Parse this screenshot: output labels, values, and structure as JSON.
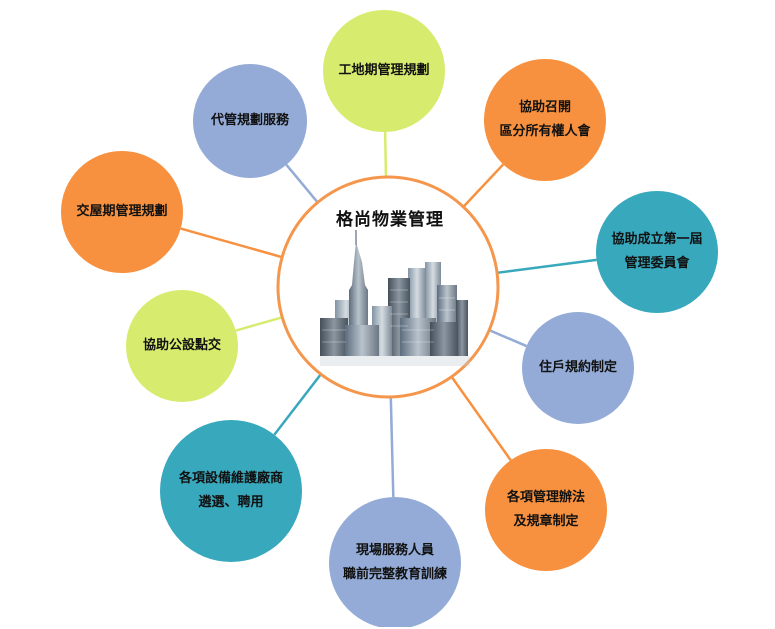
{
  "colors": {
    "orange": "#f7913f",
    "blue_grey": "#93abd6",
    "lime": "#d7ec6f",
    "teal": "#38a8bd",
    "hub_ring": "#f5964d",
    "connector": "#9cb8d6"
  },
  "hub": {
    "title": "格尚物業管理",
    "image": "city-skyline-buildings"
  },
  "nodes": [
    {
      "id": "n1",
      "lines": [
        "工地期管理規劃"
      ],
      "color": "lime"
    },
    {
      "id": "n2",
      "lines": [
        "協助召開",
        "區分所有權人會"
      ],
      "color": "orange"
    },
    {
      "id": "n3",
      "lines": [
        "協助成立第一屆",
        "管理委員會"
      ],
      "color": "teal"
    },
    {
      "id": "n4",
      "lines": [
        "住戶規約制定"
      ],
      "color": "blue_grey"
    },
    {
      "id": "n5",
      "lines": [
        "各項管理辦法",
        "及規章制定"
      ],
      "color": "orange"
    },
    {
      "id": "n6",
      "lines": [
        "現場服務人員",
        "職前完整教育訓練"
      ],
      "color": "blue_grey"
    },
    {
      "id": "n7",
      "lines": [
        "各項設備維護廠商",
        "遴選、聘用"
      ],
      "color": "teal"
    },
    {
      "id": "n8",
      "lines": [
        "協助公設點交"
      ],
      "color": "lime"
    },
    {
      "id": "n9",
      "lines": [
        "交屋期管理規劃"
      ],
      "color": "orange"
    },
    {
      "id": "n10",
      "lines": [
        "代管規劃服務"
      ],
      "color": "blue_grey"
    }
  ]
}
